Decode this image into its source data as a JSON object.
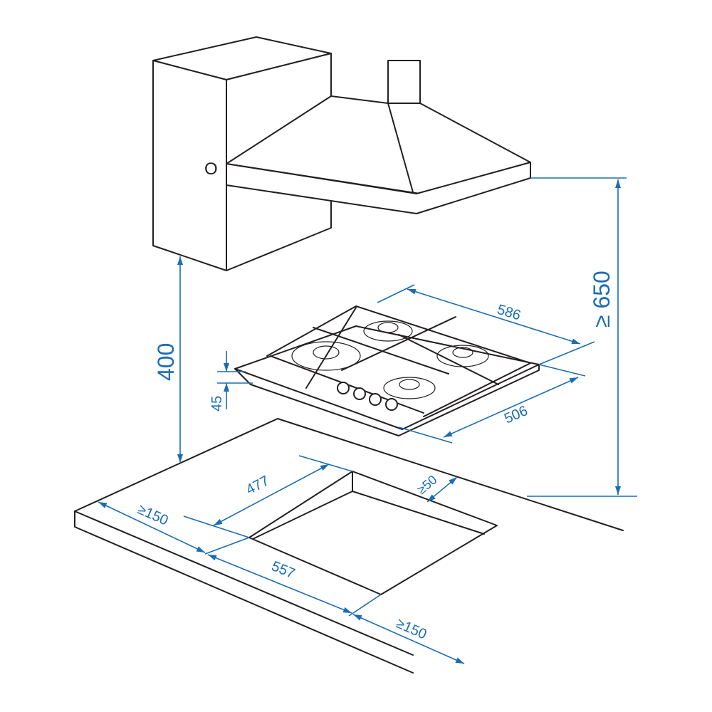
{
  "title": "Gas hob installation dimensions",
  "dimensions": {
    "hood_height": "≥ 650",
    "cabinet_height": "400",
    "hob_thickness": "45",
    "hob_width": "586",
    "hob_depth": "506",
    "cutout_depth": "477",
    "back_clearance": "≥50",
    "left_clearance": "≥150",
    "cutout_width": "557",
    "right_clearance": "≥150"
  },
  "cabinet_knob_label": "O",
  "colors": {
    "dimension": "#1b6db3",
    "outline": "#231f20"
  }
}
